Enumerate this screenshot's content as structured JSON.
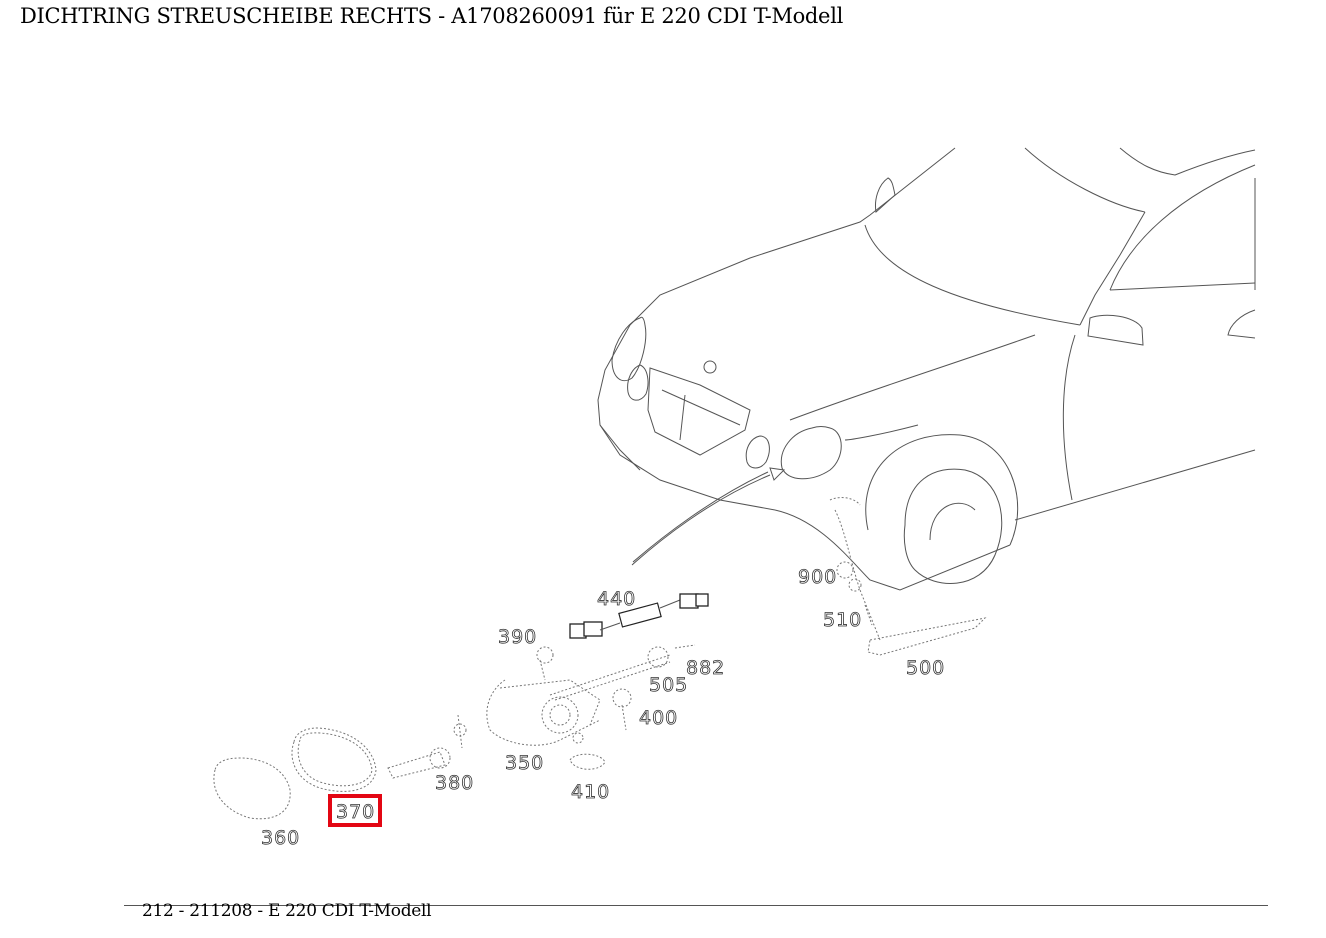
{
  "title": "DICHTRING STREUSCHEIBE RECHTS - A1708260091 für E 220 CDI T-Modell",
  "footer": "212 - 211208 - E 220 CDI T-Modell",
  "highlight_color": "#e30613",
  "highlighted_part": "370",
  "part_labels": {
    "p440": "440",
    "p390": "390",
    "p882": "882",
    "p505": "505",
    "p400": "400",
    "p350": "350",
    "p380": "380",
    "p410": "410",
    "p370": "370",
    "p360": "360",
    "p900": "900",
    "p510": "510",
    "p500": "500"
  }
}
